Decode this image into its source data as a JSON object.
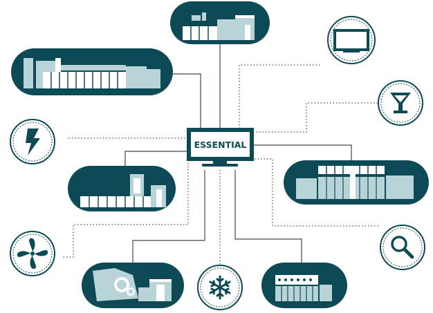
{
  "diagram": {
    "center_label": "ESSENTIAL",
    "colors": {
      "dark_teal": "#0e4a55",
      "light_teal": "#b9d4d8",
      "line_gray": "#3a4a4e",
      "white": "#ffffff"
    },
    "machines": [
      {
        "name": "machine-top-center",
        "icon": "printing-press-icon"
      },
      {
        "name": "machine-top-left",
        "icon": "long-press-line-icon"
      },
      {
        "name": "machine-middle-left",
        "icon": "folder-unit-icon"
      },
      {
        "name": "machine-right",
        "icon": "wide-press-line-icon"
      },
      {
        "name": "machine-bottom-left",
        "icon": "roll-feeder-icon"
      },
      {
        "name": "machine-bottom-right",
        "icon": "inline-unit-icon"
      }
    ],
    "circle_icons": [
      {
        "name": "tv-monitor-icon"
      },
      {
        "name": "cocktail-glass-icon"
      },
      {
        "name": "lightning-bolt-icon"
      },
      {
        "name": "fan-icon"
      },
      {
        "name": "snowflake-icon"
      },
      {
        "name": "magnifier-icon"
      }
    ]
  }
}
